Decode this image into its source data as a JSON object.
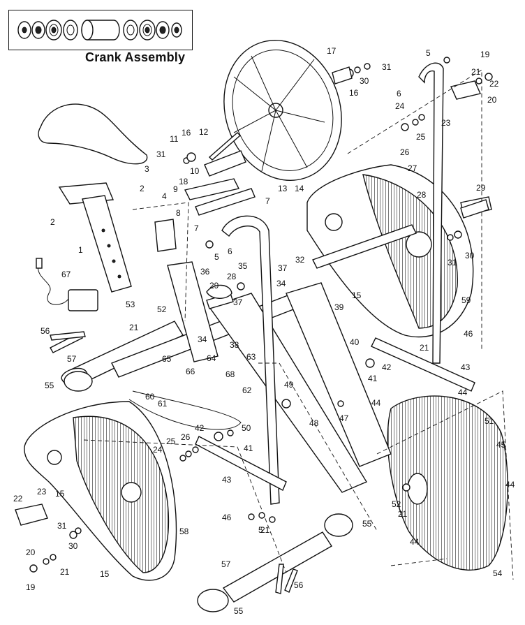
{
  "inset": {
    "title": "Crank Assembly"
  },
  "labels": [
    {
      "id": "p1",
      "text": "1"
    },
    {
      "id": "p2a",
      "text": "2"
    },
    {
      "id": "p2b",
      "text": "2"
    },
    {
      "id": "p3",
      "text": "3"
    },
    {
      "id": "p4",
      "text": "4"
    },
    {
      "id": "p5a",
      "text": "5"
    },
    {
      "id": "p5b",
      "text": "5"
    },
    {
      "id": "p5c",
      "text": "5"
    },
    {
      "id": "p6a",
      "text": "6"
    },
    {
      "id": "p6b",
      "text": "6"
    },
    {
      "id": "p7a",
      "text": "7"
    },
    {
      "id": "p7b",
      "text": "7"
    },
    {
      "id": "p8",
      "text": "8"
    },
    {
      "id": "p9",
      "text": "9"
    },
    {
      "id": "p10",
      "text": "10"
    },
    {
      "id": "p11",
      "text": "11"
    },
    {
      "id": "p12",
      "text": "12"
    },
    {
      "id": "p13",
      "text": "13"
    },
    {
      "id": "p14",
      "text": "14"
    },
    {
      "id": "p15a",
      "text": "15"
    },
    {
      "id": "p15b",
      "text": "15"
    },
    {
      "id": "p15c",
      "text": "15"
    },
    {
      "id": "p16a",
      "text": "16"
    },
    {
      "id": "p16b",
      "text": "16"
    },
    {
      "id": "p17",
      "text": "17"
    },
    {
      "id": "p18",
      "text": "18"
    },
    {
      "id": "p19a",
      "text": "19"
    },
    {
      "id": "p19b",
      "text": "19"
    },
    {
      "id": "p20a",
      "text": "20"
    },
    {
      "id": "p20b",
      "text": "20"
    },
    {
      "id": "p21a",
      "text": "21"
    },
    {
      "id": "p21b",
      "text": "21"
    },
    {
      "id": "p21c",
      "text": "21"
    },
    {
      "id": "p21d",
      "text": "21"
    },
    {
      "id": "p21e",
      "text": "21"
    },
    {
      "id": "p21f",
      "text": "21"
    },
    {
      "id": "p22a",
      "text": "22"
    },
    {
      "id": "p22b",
      "text": "22"
    },
    {
      "id": "p23a",
      "text": "23"
    },
    {
      "id": "p23b",
      "text": "23"
    },
    {
      "id": "p24a",
      "text": "24"
    },
    {
      "id": "p24b",
      "text": "24"
    },
    {
      "id": "p25a",
      "text": "25"
    },
    {
      "id": "p25b",
      "text": "25"
    },
    {
      "id": "p26a",
      "text": "26"
    },
    {
      "id": "p26b",
      "text": "26"
    },
    {
      "id": "p27",
      "text": "27"
    },
    {
      "id": "p28a",
      "text": "28"
    },
    {
      "id": "p28b",
      "text": "28"
    },
    {
      "id": "p29a",
      "text": "29"
    },
    {
      "id": "p29b",
      "text": "29"
    },
    {
      "id": "p30a",
      "text": "30"
    },
    {
      "id": "p30b",
      "text": "30"
    },
    {
      "id": "p30c",
      "text": "30"
    },
    {
      "id": "p31a",
      "text": "31"
    },
    {
      "id": "p31b",
      "text": "31"
    },
    {
      "id": "p31c",
      "text": "31"
    },
    {
      "id": "p31d",
      "text": "31"
    },
    {
      "id": "p32",
      "text": "32"
    },
    {
      "id": "p34a",
      "text": "34"
    },
    {
      "id": "p34b",
      "text": "34"
    },
    {
      "id": "p35",
      "text": "35"
    },
    {
      "id": "p36",
      "text": "36"
    },
    {
      "id": "p37a",
      "text": "37"
    },
    {
      "id": "p37b",
      "text": "37"
    },
    {
      "id": "p38",
      "text": "38"
    },
    {
      "id": "p39",
      "text": "39"
    },
    {
      "id": "p40",
      "text": "40"
    },
    {
      "id": "p41a",
      "text": "41"
    },
    {
      "id": "p41b",
      "text": "41"
    },
    {
      "id": "p42a",
      "text": "42"
    },
    {
      "id": "p42b",
      "text": "42"
    },
    {
      "id": "p43a",
      "text": "43"
    },
    {
      "id": "p43b",
      "text": "43"
    },
    {
      "id": "p44a",
      "text": "44"
    },
    {
      "id": "p44b",
      "text": "44"
    },
    {
      "id": "p44c",
      "text": "44"
    },
    {
      "id": "p44d",
      "text": "44"
    },
    {
      "id": "p45",
      "text": "45"
    },
    {
      "id": "p46a",
      "text": "46"
    },
    {
      "id": "p46b",
      "text": "46"
    },
    {
      "id": "p47",
      "text": "47"
    },
    {
      "id": "p48",
      "text": "48"
    },
    {
      "id": "p49",
      "text": "49"
    },
    {
      "id": "p50",
      "text": "50"
    },
    {
      "id": "p51",
      "text": "51"
    },
    {
      "id": "p52a",
      "text": "52"
    },
    {
      "id": "p52b",
      "text": "52"
    },
    {
      "id": "p53",
      "text": "53"
    },
    {
      "id": "p54",
      "text": "54"
    },
    {
      "id": "p55a",
      "text": "55"
    },
    {
      "id": "p55b",
      "text": "55"
    },
    {
      "id": "p55c",
      "text": "55"
    },
    {
      "id": "p56a",
      "text": "56"
    },
    {
      "id": "p56b",
      "text": "56"
    },
    {
      "id": "p57a",
      "text": "57"
    },
    {
      "id": "p57b",
      "text": "57"
    },
    {
      "id": "p58",
      "text": "58"
    },
    {
      "id": "p59",
      "text": "59"
    },
    {
      "id": "p60",
      "text": "60"
    },
    {
      "id": "p61",
      "text": "61"
    },
    {
      "id": "p62",
      "text": "62"
    },
    {
      "id": "p63",
      "text": "63"
    },
    {
      "id": "p64",
      "text": "64"
    },
    {
      "id": "p65",
      "text": "65"
    },
    {
      "id": "p66",
      "text": "66"
    },
    {
      "id": "p67",
      "text": "67"
    },
    {
      "id": "p68",
      "text": "68"
    }
  ]
}
